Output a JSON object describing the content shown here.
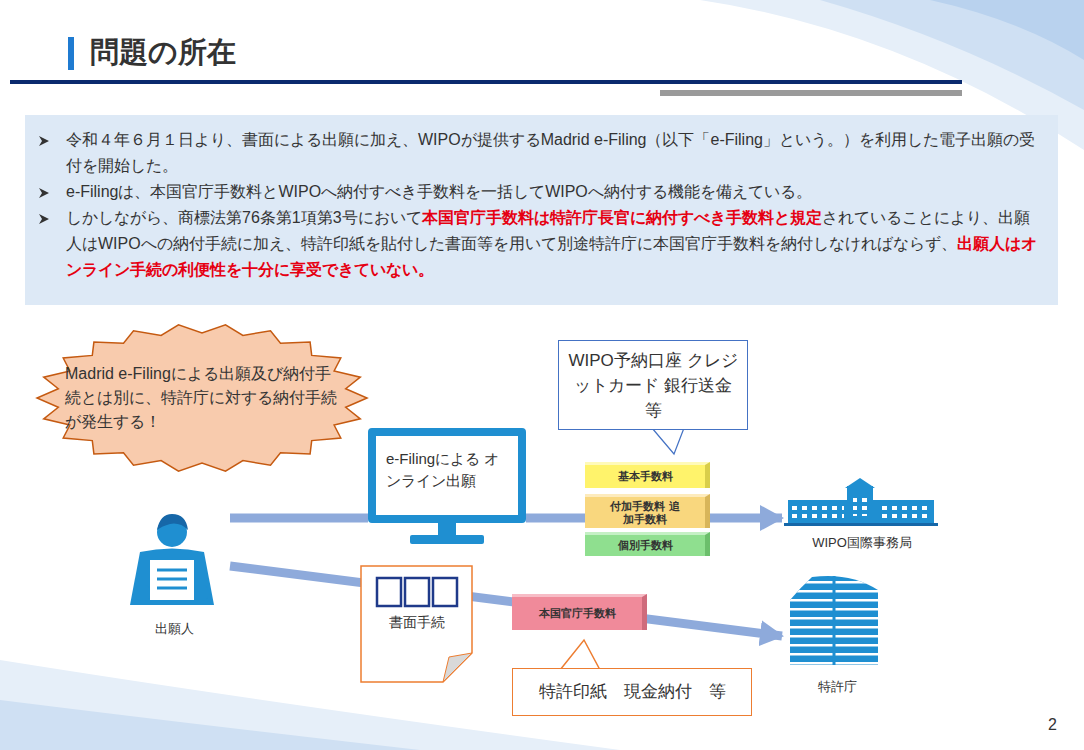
{
  "diagram": {
    "title": "問題の所在",
    "nodes": [
      {
        "text": [
          "令和４年６月１日より、書面による出願に加え、WIPOが提供するMadrid e-Filing（以下「e-Filing」という。）を利用した電子出願の受付を開始した。",
          "e-Filingは、本国官庁手数料とWIPOへ納付すべき手数料を一括してWIPOへ納付する機能を備えている。",
          "しかしながら、商標法第76条第1項第3号において",
          "本国官庁手数料は特許庁長官に納付すべき手数料と規定",
          "されていることにより、出願人はWIPOへの納付手続に加え、特許印紙を貼付した書面等を用いて別途特許庁に本国官庁手数料を納付しなければならず、",
          "出願人はオンライン手続の利便性を十分に享受できていない。"
        ]
      },
      {
        "text": [
          "Madrid e-Filingによる出願及び納付手続とは別に、特許庁に対する納付手続が発生する！"
        ]
      },
      {
        "text": [
          "WIPO予納口座 クレジットカード 銀行送金　等"
        ]
      },
      {
        "text": [
          "e-Filingによる オンライン出願"
        ]
      },
      {
        "text": [
          "基本手数料"
        ]
      },
      {
        "text": [
          "付加手数料 追加手数料"
        ]
      },
      {
        "text": [
          "個別手数料"
        ]
      },
      {
        "text": [
          "WIPO国際事務局"
        ]
      },
      {
        "text": [
          "出願人"
        ]
      },
      {
        "text": [
          "書面手続"
        ]
      },
      {
        "text": [
          "本国官庁手数料"
        ]
      },
      {
        "text": [
          "特許印紙　現金納付　等"
        ]
      },
      {
        "text": [
          "特許庁"
        ]
      }
    ],
    "edges": [
      {
        "from": 8,
        "to": 3,
        "arrow": "none"
      },
      {
        "from": 3,
        "to": 7,
        "arrow": "to"
      },
      {
        "from": 8,
        "to": 12,
        "arrow": "to"
      }
    ],
    "labels": [
      "2"
    ]
  }
}
